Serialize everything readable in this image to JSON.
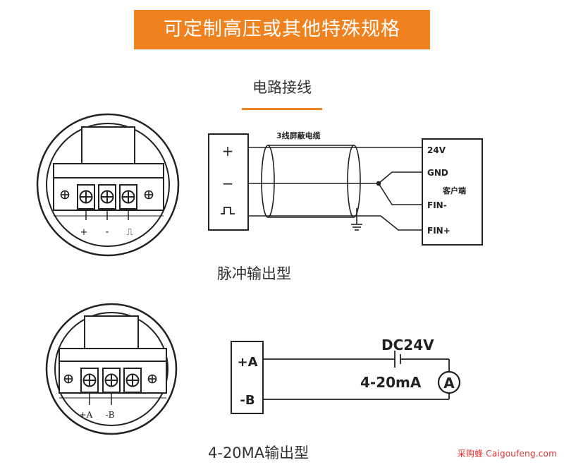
{
  "header": {
    "title": "可定制高压或其他特殊规格"
  },
  "section": {
    "title": "电路接线"
  },
  "pulse_diagram": {
    "caption": "脉冲输出型",
    "terminal_labels": [
      "+",
      "-",
      "⎍"
    ],
    "sensor_pins": [
      "+",
      "−",
      "⎍"
    ],
    "cable_label": "3线屏蔽电缆",
    "client_label": "客户端",
    "client_pins": [
      "24V",
      "GND",
      "FIN-",
      "FIN+"
    ]
  },
  "current_diagram": {
    "caption": "4-20MA输出型",
    "terminal_labels": [
      "+A",
      "-B"
    ],
    "sensor_pins": [
      "+A",
      "-B"
    ],
    "supply_label": "DC24V",
    "meter_label": "4-20mA",
    "meter_symbol": "A"
  },
  "watermark": {
    "text": "采购蜂 Caigoufeng.com"
  },
  "colors": {
    "accent": "#f0811f",
    "line": "#222222",
    "watermark": "#e03030"
  }
}
